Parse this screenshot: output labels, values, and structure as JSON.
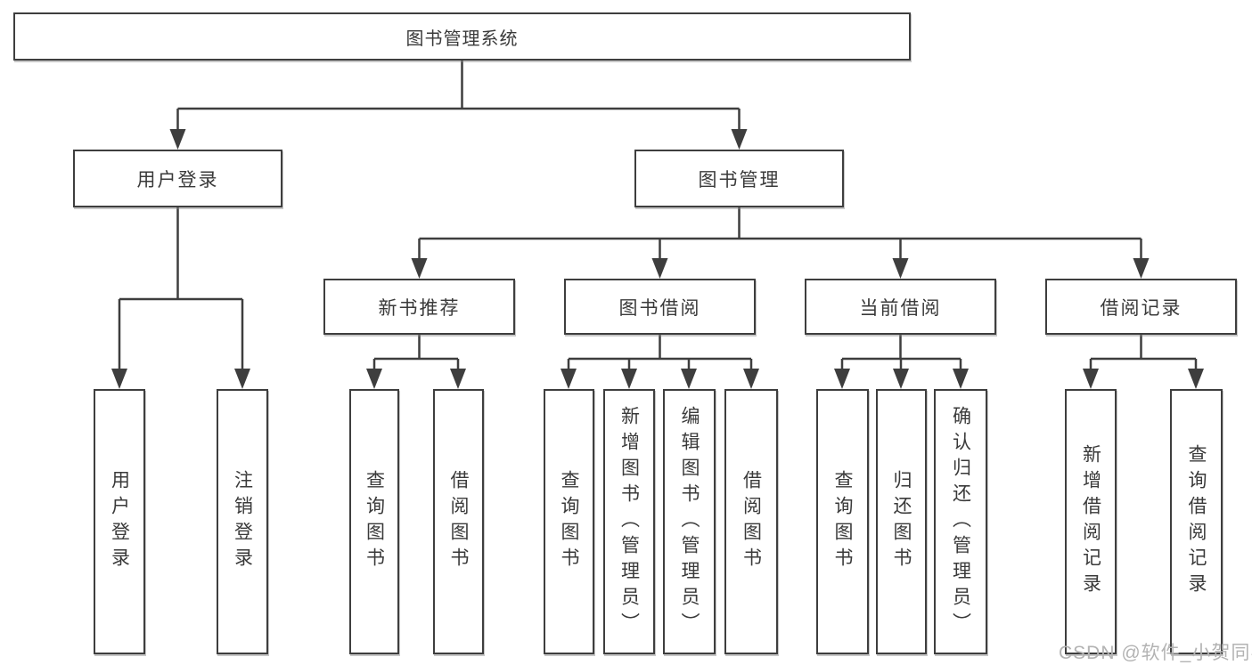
{
  "title": "图书管理系统",
  "nodes": {
    "root": "图书管理系统",
    "userLogin": "用户登录",
    "bookManagement": "图书管理",
    "newBookRecommend": "新书推荐",
    "bookBorrow": "图书借阅",
    "currentBorrow": "当前借阅",
    "borrowRecords": "借阅记录"
  },
  "leaves": {
    "userLogin": [
      "用户登录",
      "注销登录"
    ],
    "newBookRecommend": [
      "查询图书",
      "借阅图书"
    ],
    "bookBorrow": [
      "查询图书",
      "新增图书（管理员）",
      "编辑图书（管理员）",
      "借阅图书"
    ],
    "currentBorrow": [
      "查询图书",
      "归还图书",
      "确认归还（管理员）"
    ],
    "borrowRecords": [
      "新增借阅记录",
      "查询借阅记录"
    ]
  },
  "watermark": {
    "text": "CSDN @软件_小贺同学"
  },
  "colors": {
    "line": "#3e3e3e",
    "text": "#3a3a3a",
    "watermark": "#b3b3b3",
    "background": "#ffffff"
  }
}
